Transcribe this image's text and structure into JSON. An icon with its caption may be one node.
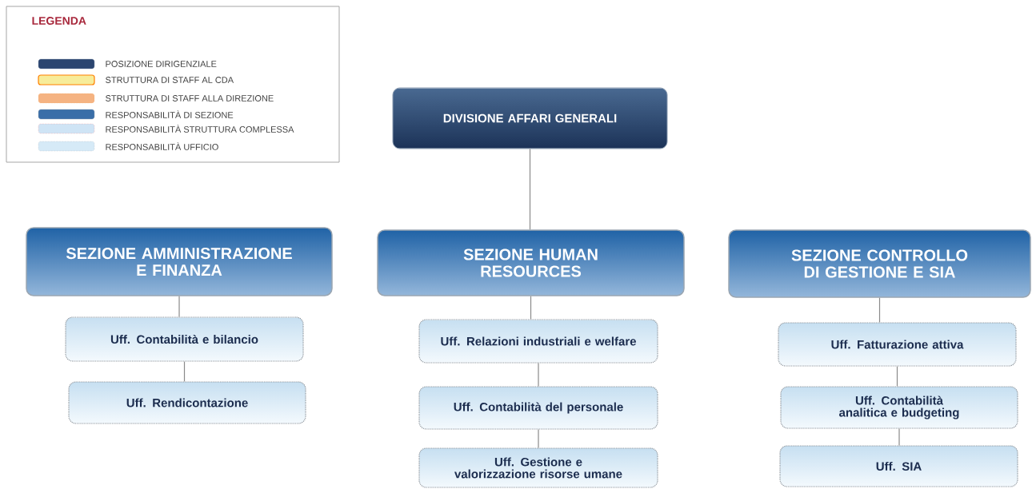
{
  "diagram": {
    "nodes": [
      {
        "text": [
          "DIVISIONE AFFARI GENERALI"
        ]
      },
      {
        "text": [
          "SEZIONE AMMINISTRAZIONE E FINANZA"
        ]
      },
      {
        "text": [
          "SEZIONE HUMAN RESOURCES"
        ]
      },
      {
        "text": [
          "SEZIONE CONTROLLO DI GESTIONE E SIA"
        ]
      },
      {
        "text": [
          "Uff. Contabilità e bilancio"
        ]
      },
      {
        "text": [
          "Uff. Rendicontazione"
        ]
      },
      {
        "text": [
          "Uff. Relazioni industriali e welfare"
        ]
      },
      {
        "text": [
          "Uff. Contabilità del personale"
        ]
      },
      {
        "text": [
          "Uff. Gestione e valorizzazione risorse umane"
        ]
      },
      {
        "text": [
          "Uff. Fatturazione attiva"
        ]
      },
      {
        "text": [
          "Uff. Contabilità analitica e budgeting"
        ]
      },
      {
        "text": [
          "Uff. SIA"
        ]
      }
    ],
    "edges": [
      {
        "from": 0,
        "to": 2,
        "arrow": "none"
      },
      {
        "from": 1,
        "to": 4,
        "arrow": "none"
      },
      {
        "from": 4,
        "to": 5,
        "arrow": "none"
      },
      {
        "from": 2,
        "to": 6,
        "arrow": "none"
      },
      {
        "from": 6,
        "to": 7,
        "arrow": "none"
      },
      {
        "from": 7,
        "to": 8,
        "arrow": "none"
      },
      {
        "from": 3,
        "to": 9,
        "arrow": "none"
      },
      {
        "from": 9,
        "to": 10,
        "arrow": "none"
      },
      {
        "from": 10,
        "to": 11,
        "arrow": "none"
      }
    ],
    "labels": [
      "LEGENDA"
    ],
    "legend": [
      {
        "text": "POSIZIONE DIRIGENZIALE",
        "color": "#2b4570"
      },
      {
        "text": "STRUTTURA DI STAFF AL CDA",
        "color": "#f7ec9a"
      },
      {
        "text": "STRUTTURA DI STAFF ALLA DIREZIONE",
        "color": "#f5b382"
      },
      {
        "text": "RESPONSABILITÀ DI SEZIONE",
        "color": "#3a6ea8"
      },
      {
        "text": "RESPONSABILITÀ STRUTTURA COMPLESSA",
        "color": "#cfe4f5"
      },
      {
        "text": "RESPONSABILITÀ UFFICIO",
        "color": "#d6eaf7"
      }
    ]
  }
}
